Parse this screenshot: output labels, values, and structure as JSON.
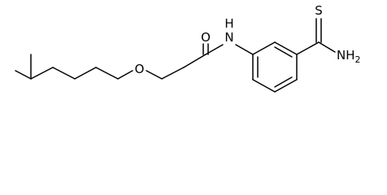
{
  "molecule": {
    "atoms": {
      "O_ether": "O",
      "O_carbonyl": "O",
      "N_amide": "N",
      "H_amide": "H",
      "S_thio": "S",
      "NH2_thio": "NH",
      "NH2_sub": "2"
    }
  }
}
